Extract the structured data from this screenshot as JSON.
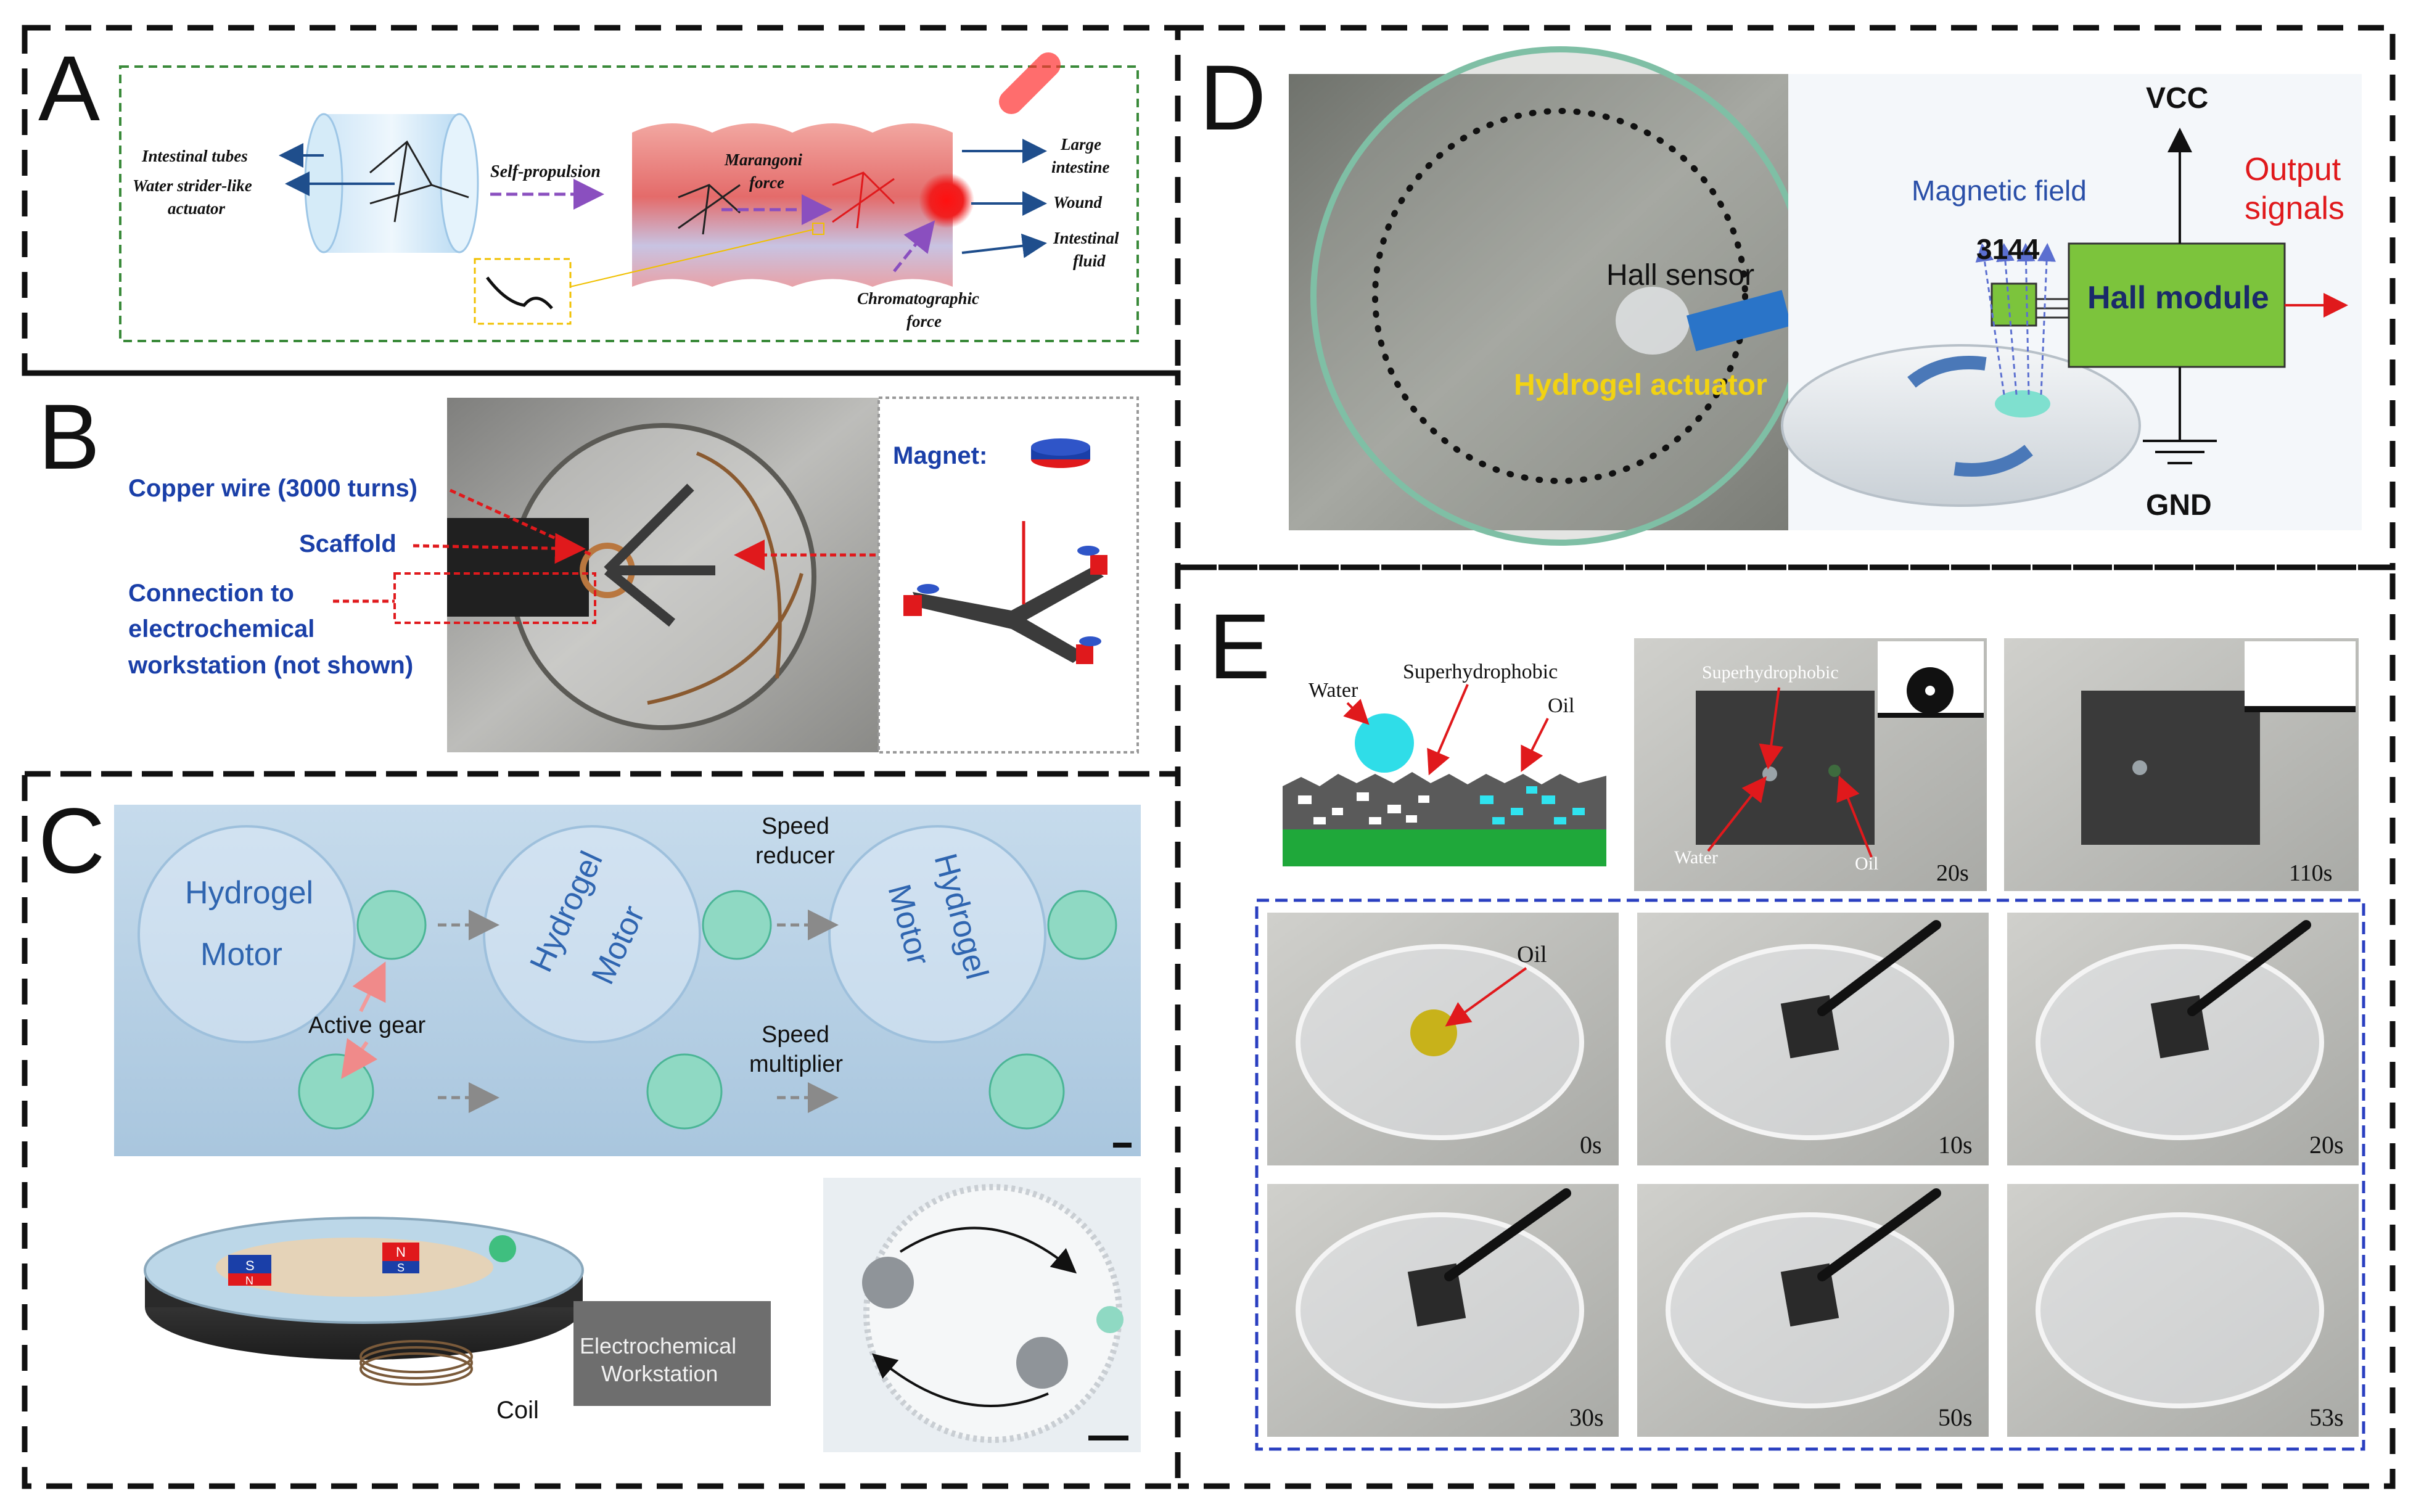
{
  "panels": {
    "A": {
      "letter": "A",
      "intestinal_tubes": "Intestinal tubes",
      "water_strider_1": "Water strider-like",
      "water_strider_2": "actuator",
      "self_propulsion": "Self-propulsion",
      "marangoni_1": "Marangoni",
      "marangoni_2": "force",
      "large_intestine_1": "Large",
      "large_intestine_2": "intestine",
      "wound": "Wound",
      "intestinal_fluid_1": "Intestinal",
      "intestinal_fluid_2": "fluid",
      "chromatographic_1": "Chromatographic",
      "chromatographic_2": "force"
    },
    "B": {
      "letter": "B",
      "copper_wire": "Copper wire (3000 turns)",
      "scaffold": "Scaffold",
      "connection_1": "Connection to",
      "connection_2": "electrochemical",
      "connection_3": "workstation (not shown)",
      "magnet": "Magnet:"
    },
    "C": {
      "letter": "C",
      "hydrogel": "Hydrogel",
      "motor": "Motor",
      "active_gear": "Active gear",
      "speed_reducer_1": "Speed",
      "speed_reducer_2": "reducer",
      "speed_multiplier_1": "Speed",
      "speed_multiplier_2": "multiplier",
      "magnet_s": "S",
      "magnet_n": "N",
      "electrochemical_1": "Electrochemical",
      "electrochemical_2": "Workstation",
      "coil": "Coil"
    },
    "D": {
      "letter": "D",
      "hall_sensor": "Hall sensor",
      "hydrogel_actuator": "Hydrogel actuator",
      "magnetic_field": "Magnetic field",
      "chip": "3144",
      "hall_module": "Hall module",
      "vcc": "VCC",
      "gnd": "GND",
      "output_1": "Output",
      "output_2": "signals"
    },
    "E": {
      "letter": "E",
      "water": "Water",
      "superhydrophobic": "Superhydrophobic",
      "oil": "Oil",
      "photo_superhydrophobic": "Superhydrophobic",
      "photo_water": "Water",
      "photo_oil": "Oil",
      "time_20s_top": "20s",
      "time_110s": "110s",
      "seq_oil": "Oil",
      "t0": "0s",
      "t10": "10s",
      "t20": "20s",
      "t30": "30s",
      "t50": "50s",
      "t53": "53s"
    }
  },
  "colors": {
    "panel_border": "#111111",
    "green_dash": "#3a8a3a",
    "blue_label": "#1a3fa8",
    "red_label": "#e0191c",
    "yellow_label": "#f2d312",
    "hall_module": "#7cc43c"
  }
}
